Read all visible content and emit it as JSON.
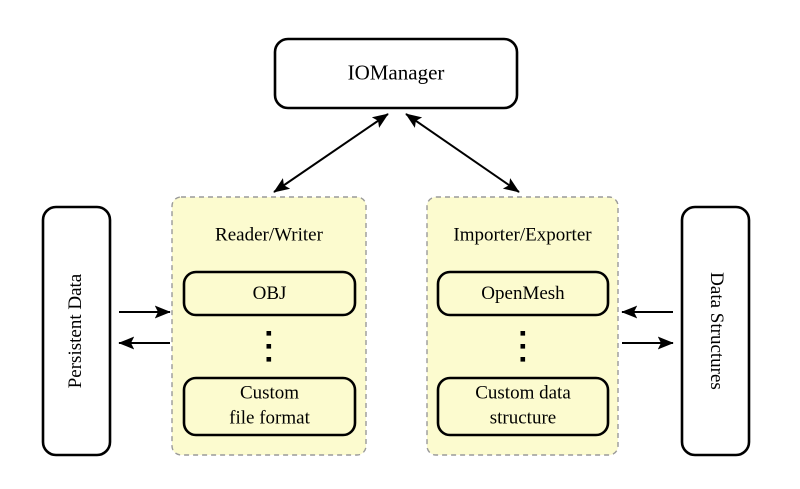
{
  "diagram": {
    "title_node": {
      "label": "IOManager"
    },
    "side_nodes": [
      {
        "id": "persistent-data",
        "label": "Persistent Data",
        "orientation": "rotated-ccw"
      },
      {
        "id": "data-structures",
        "label": "Data Structures",
        "orientation": "rotated-cw"
      }
    ],
    "panels": [
      {
        "id": "reader-writer",
        "label": "Reader/Writer",
        "items": [
          {
            "id": "obj",
            "label": "OBJ",
            "lines": [
              "OBJ"
            ]
          },
          {
            "id": "ellipsis",
            "label": "⋮",
            "lines": []
          },
          {
            "id": "custom-file-format",
            "label": "Custom file format",
            "lines": [
              "Custom",
              "file format"
            ]
          }
        ]
      },
      {
        "id": "importer-exporter",
        "label": "Importer/Exporter",
        "items": [
          {
            "id": "openmesh",
            "label": "OpenMesh",
            "lines": [
              "OpenMesh"
            ]
          },
          {
            "id": "ellipsis",
            "label": "⋮",
            "lines": []
          },
          {
            "id": "custom-data-structure",
            "label": "Custom data structure",
            "lines": [
              "Custom data",
              "structure"
            ]
          }
        ]
      }
    ],
    "connections": [
      {
        "id": "iomanager-readerwriter",
        "from": "IOManager",
        "to": "Reader/Writer",
        "style": "double-arrow"
      },
      {
        "id": "iomanager-importerexporter",
        "from": "IOManager",
        "to": "Importer/Exporter",
        "style": "double-arrow"
      },
      {
        "id": "persistentdata-to-readerwriter",
        "from": "Persistent Data",
        "to": "Reader/Writer",
        "style": "arrow-right"
      },
      {
        "id": "readerwriter-to-persistentdata",
        "from": "Reader/Writer",
        "to": "Persistent Data",
        "style": "arrow-left"
      },
      {
        "id": "datastructures-to-importerexporter",
        "from": "Data Structures",
        "to": "Importer/Exporter",
        "style": "arrow-left"
      },
      {
        "id": "importerexporter-to-datastructures",
        "from": "Importer/Exporter",
        "to": "Data Structures",
        "style": "arrow-right"
      }
    ],
    "colors": {
      "panel_fill": "#fcfbcf",
      "panel_border": "#9a9a9a",
      "box_fill": "#ffffff",
      "stroke": "#000000",
      "background": "#ffffff"
    }
  }
}
